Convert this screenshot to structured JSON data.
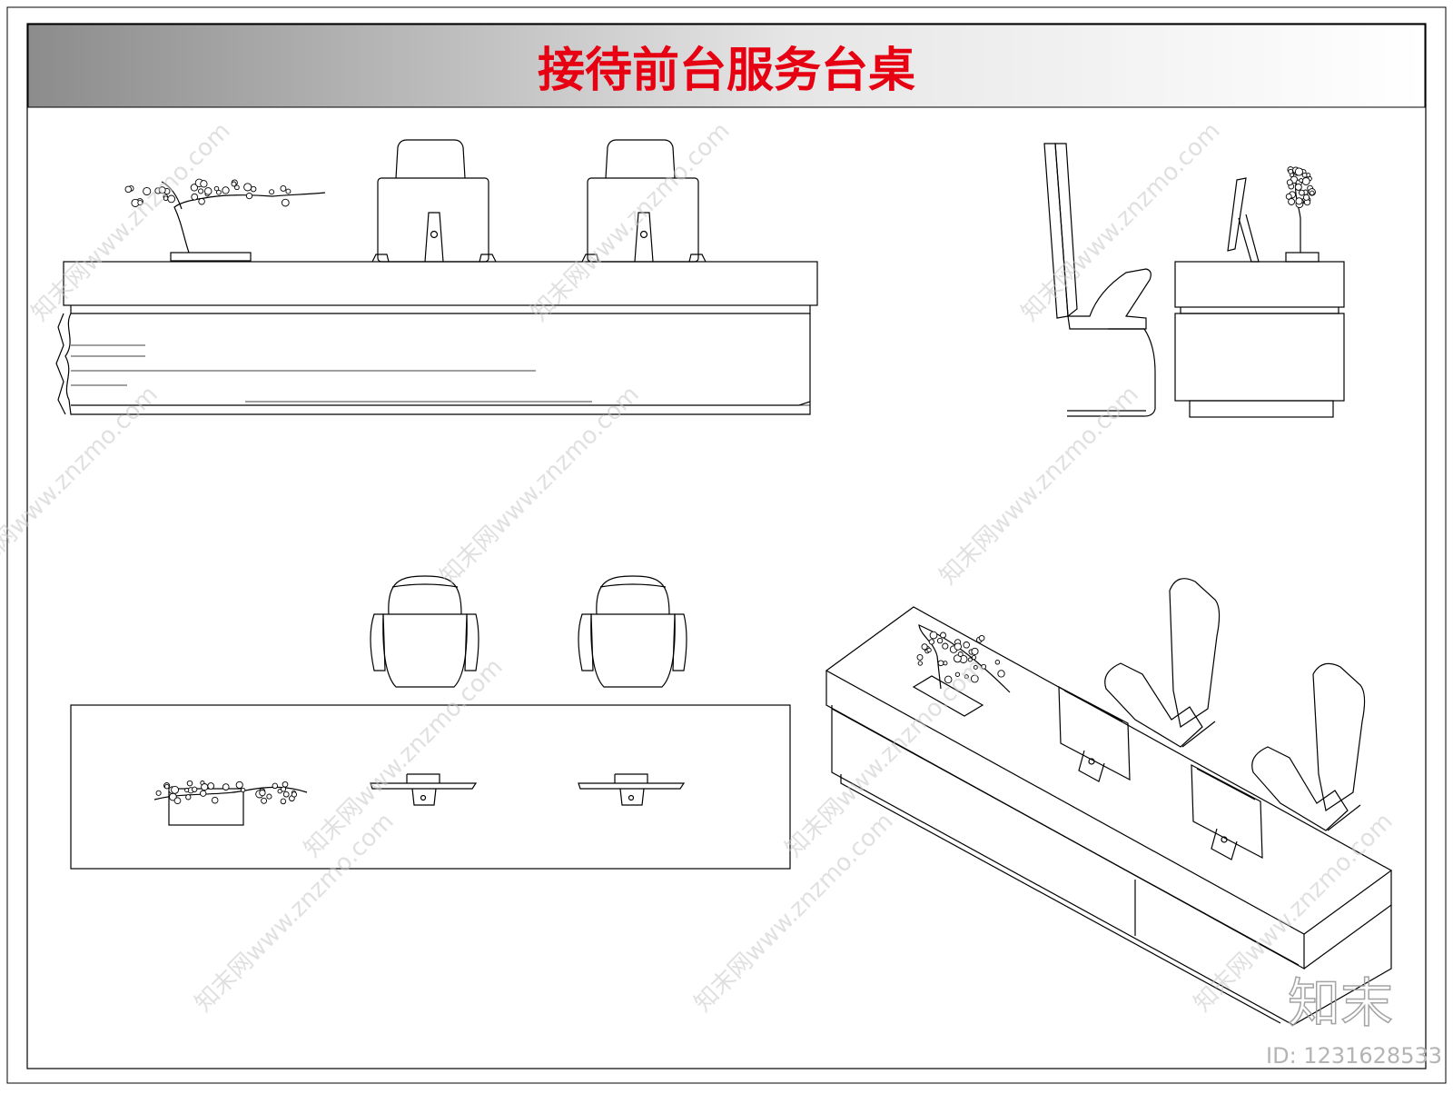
{
  "title": "接待前台服务台桌",
  "watermark": {
    "text": "知末网www.znzmo.com",
    "logo_text": "知末",
    "id_label": "ID: 1231628533"
  },
  "colors": {
    "title": "#e60012",
    "line": "#000000",
    "banner_dark": "#8c8c8c",
    "banner_light": "#ffffff",
    "watermark": "#c8c8c8"
  }
}
